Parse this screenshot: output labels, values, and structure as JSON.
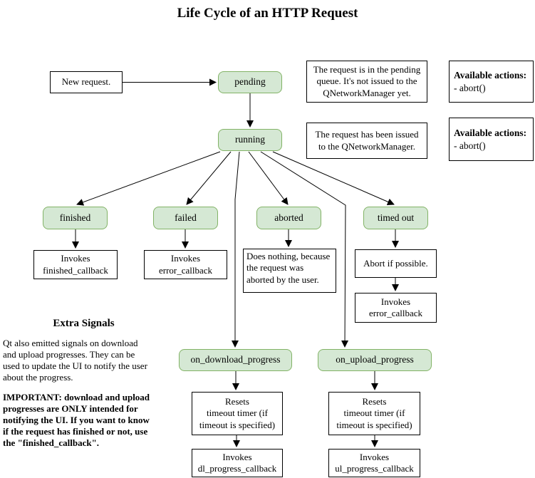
{
  "title": "Life Cycle of an HTTP Request",
  "colors": {
    "state_fill": "#d5e8d4",
    "state_border": "#82b366",
    "note_border": "#000000",
    "connector": "#000000"
  },
  "states": {
    "new_request": "New request.",
    "pending": "pending",
    "running": "running",
    "finished": "finished",
    "failed": "failed",
    "aborted": "aborted",
    "timed_out": "timed out",
    "on_download_progress": "on_download_progress",
    "on_upload_progress": "on_upload_progress"
  },
  "notes": {
    "pending_info": "The request is in the pending\nqueue. It's not issued to the\nQNetworkManager yet.",
    "running_info": "The request has been issued\nto the QNetworkManager.",
    "available_actions_label": "Available actions:",
    "available_actions_value": "- abort()",
    "invokes_finished_callback": "Invokes\nfinished_callback",
    "invokes_error_callback": "Invokes\nerror_callback",
    "does_nothing": "Does nothing, because\nthe request was\naborted by the user.",
    "abort_if_possible": "Abort if possible.",
    "resets_timeout": "Resets\ntimeout timer (if\ntimeout is specified)",
    "invokes_dl_progress": "Invokes\ndl_progress_callback",
    "invokes_ul_progress": "Invokes\nul_progress_callback"
  },
  "extra_signals": {
    "heading": "Extra Signals",
    "paragraph": "Qt also emitted signals on download\nand upload progresses. They can be\nused to update the UI to notify the user\nabout the progress.",
    "important": "IMPORTANT: download and upload\nprogresses are ONLY intended for\nnotifying the UI. If you want to know\nif the request has finished or not, use\nthe \"finished_callback\"."
  }
}
